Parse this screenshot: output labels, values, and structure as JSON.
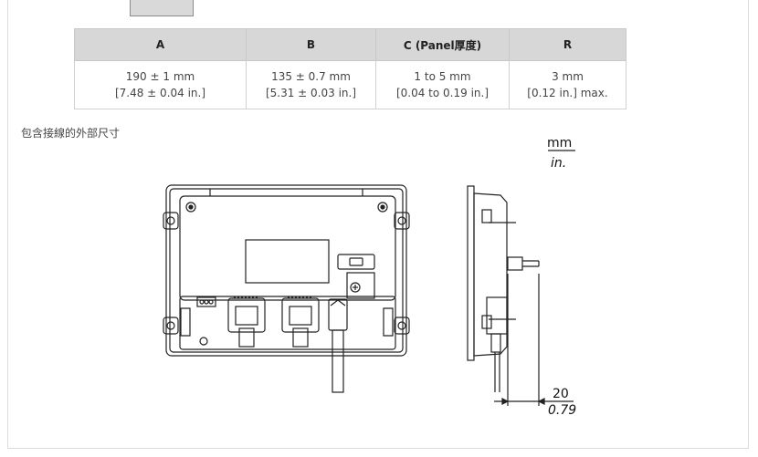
{
  "table": {
    "headers": [
      "A",
      "B",
      "C (Panel厚度)",
      "R"
    ],
    "rows": [
      {
        "A": "190 ± 1 mm",
        "A2": "[7.48 ± 0.04 in.]",
        "B": "135 ± 0.7 mm",
        "B2": "[5.31 ± 0.03 in.]",
        "C": "1 to 5 mm",
        "C2": "[0.04 to 0.19 in.]",
        "R": "3 mm",
        "R2": "[0.12 in.] max."
      }
    ]
  },
  "caption": "包含接線的外部尺寸",
  "units": {
    "metric": "mm",
    "imperial": "in."
  },
  "dimension": {
    "mm": "20",
    "in": "0.79"
  }
}
